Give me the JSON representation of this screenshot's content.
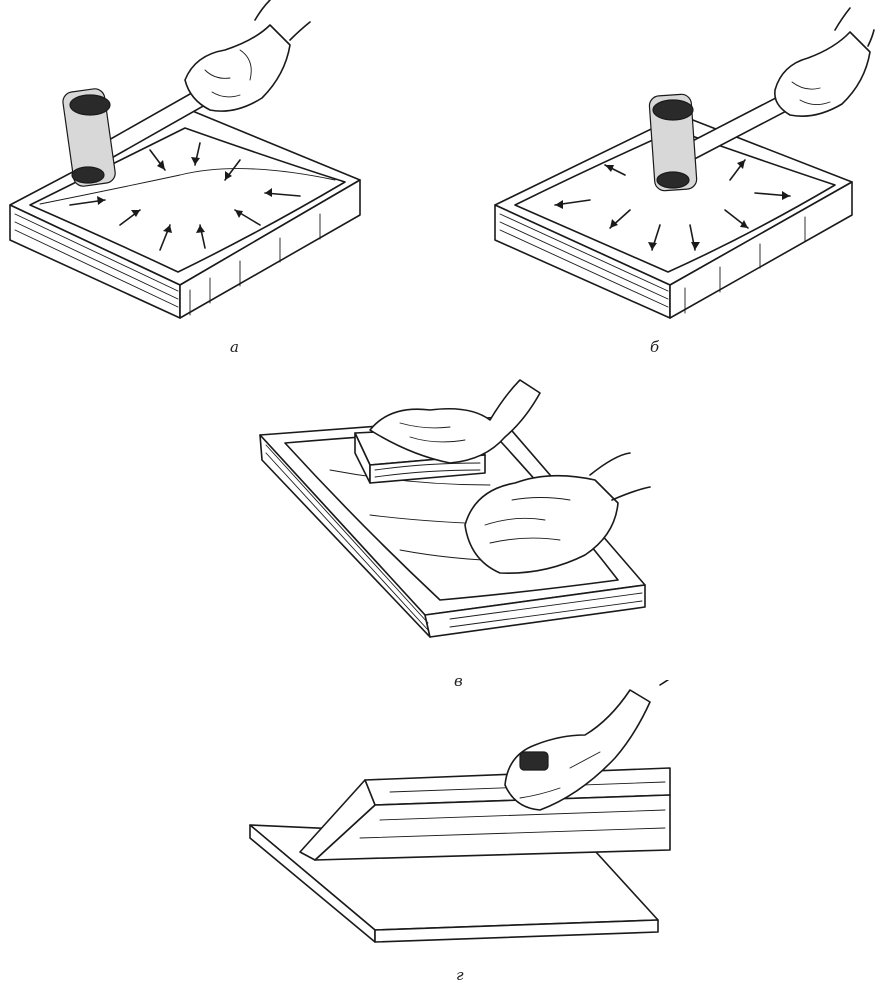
{
  "figures": [
    {
      "id": "a",
      "caption": "а"
    },
    {
      "id": "b",
      "caption": "б"
    },
    {
      "id": "v",
      "caption": "в"
    },
    {
      "id": "g",
      "caption": "г"
    }
  ]
}
